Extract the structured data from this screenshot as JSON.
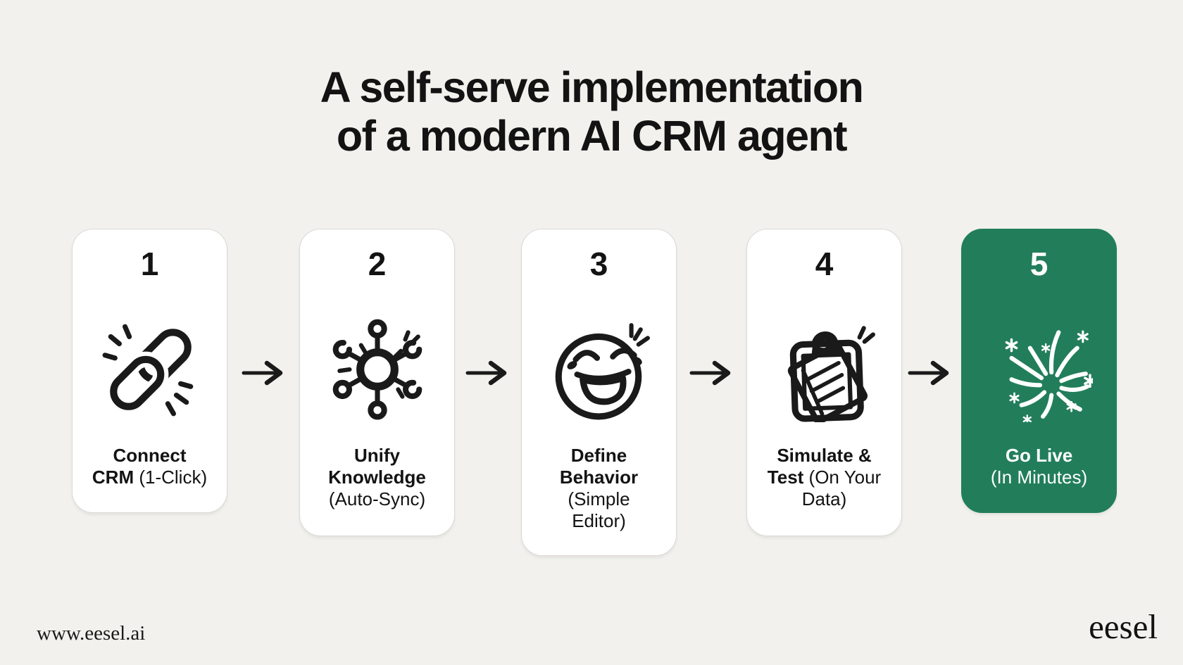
{
  "title": {
    "line1": "A self-serve implementation",
    "line2": "of a modern AI CRM agent"
  },
  "steps": [
    {
      "number": "1",
      "icon": "chain-link-icon",
      "lines": [
        {
          "bold": "Connect",
          "regular": ""
        },
        {
          "bold": "CRM",
          "regular": " (1-Click)"
        }
      ]
    },
    {
      "number": "2",
      "icon": "network-hub-icon",
      "lines": [
        {
          "bold": "Unify",
          "regular": ""
        },
        {
          "bold": "Knowledge",
          "regular": ""
        },
        {
          "bold": "",
          "regular": "(Auto-Sync)"
        }
      ]
    },
    {
      "number": "3",
      "icon": "happy-face-icon",
      "lines": [
        {
          "bold": "Define",
          "regular": ""
        },
        {
          "bold": "Behavior",
          "regular": ""
        },
        {
          "bold": "",
          "regular": "(Simple"
        },
        {
          "bold": "",
          "regular": "Editor)"
        }
      ]
    },
    {
      "number": "4",
      "icon": "clipboard-test-icon",
      "lines": [
        {
          "bold": "Simulate &",
          "regular": ""
        },
        {
          "bold": "Test",
          "regular": " (On Your"
        },
        {
          "bold": "",
          "regular": "Data)"
        }
      ]
    },
    {
      "number": "5",
      "icon": "fireworks-icon",
      "highlight": true,
      "lines": [
        {
          "bold": "Go Live",
          "regular": ""
        },
        {
          "bold": "",
          "regular": "(In Minutes)"
        }
      ]
    }
  ],
  "arrow": {
    "icon": "right-arrow-icon",
    "count": 4
  },
  "footer": {
    "website": "www.eesel.ai",
    "logo": "eesel"
  },
  "colors": {
    "background": "#F2F1ED",
    "card": "#FFFFFF",
    "card_border": "#DBDAD6",
    "text": "#131313",
    "accent_green": "#227E5A",
    "text_on_green": "#FFFFFF"
  }
}
